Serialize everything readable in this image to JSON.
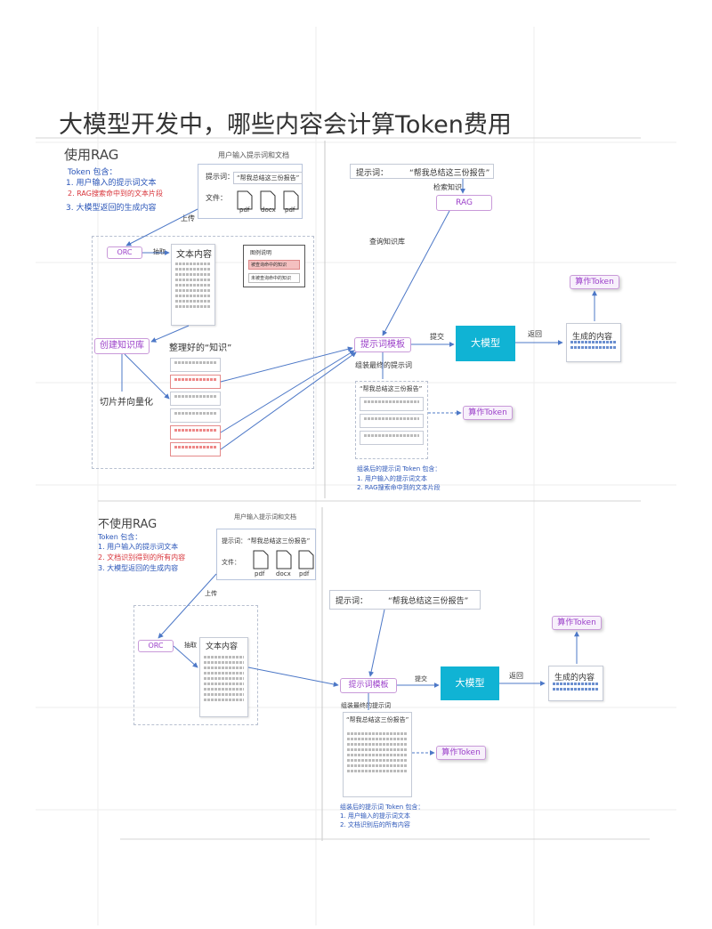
{
  "title": "大模型开发中，哪些内容会计算Token费用",
  "colors": {
    "blue": "#2a55b8",
    "red": "#d8343a",
    "purple": "#9b3fc9",
    "model": "#10b3d4"
  },
  "rag": {
    "heading": "使用RAG",
    "token_intro": "Token 包含：",
    "token_items": [
      "1. 用户输入的提示词文本",
      "2. RAG搜索命中到的文本片段",
      "3. 大模型返回的生成内容"
    ],
    "user_input_caption": "用户输入提示词和文档",
    "prompt_label": "提示词：",
    "prompt_text": "“帮我总结这三份报告”",
    "file_label": "文件：",
    "files": [
      "pdf",
      "docx",
      "pdf"
    ],
    "upload": "上传",
    "ocr": "ORC",
    "extract": "抽取",
    "text_content": "文本内容",
    "legend_title": "图例说明",
    "legend_hit": "被查询命中的知识",
    "legend_miss": "未被查询命中的知识",
    "build_kb": "创建知识库",
    "organized_knowledge": "整理好的“知识”",
    "chunk_vectorize": "切片并向量化",
    "right_prompt_label": "提示词：",
    "right_prompt_text": "“帮我总结这三份报告”",
    "retrieve_knowledge": "检索知识",
    "rag_box": "RAG",
    "query_kb": "查询知识库",
    "prompt_template": "提示词模板",
    "assemble_final": "组装最终的提示词",
    "submit": "提交",
    "model": "大模型",
    "return": "返回",
    "generated": "生成的内容",
    "count_token": "算作Token",
    "assembled_header": "“帮我总结这三份报告”",
    "assembled_count": "算作Token",
    "assembled_intro": "组装后的提示词 Token 包含：",
    "assembled_items": [
      "1. 用户输入的提示词文本",
      "2. RAG搜索命中到的文本片段"
    ]
  },
  "norag": {
    "heading": "不使用RAG",
    "token_intro": "Token 包含：",
    "token_items": [
      "1. 用户输入的提示词文本",
      "2. 文档识别得到的所有内容",
      "3. 大模型返回的生成内容"
    ],
    "user_input_caption": "用户输入提示词和文档",
    "prompt_label": "提示词：",
    "prompt_text": "“帮我总结这三份报告”",
    "file_label": "文件：",
    "files": [
      "pdf",
      "docx",
      "pdf"
    ],
    "upload": "上传",
    "ocr": "ORC",
    "extract": "抽取",
    "text_content": "文本内容",
    "right_prompt_label": "提示词：",
    "right_prompt_text": "“帮我总结这三份报告”",
    "prompt_template": "提示词模板",
    "assemble_final": "组装最终的提示词",
    "submit": "提交",
    "model": "大模型",
    "return": "返回",
    "generated": "生成的内容",
    "count_token": "算作Token",
    "assembled_header": "“帮我总结这三份报告”",
    "assembled_count": "算作Token",
    "assembled_intro": "组装后的提示词 Token 包含：",
    "assembled_items": [
      "1. 用户输入的提示词文本",
      "2. 文档识别后的所有内容"
    ]
  }
}
